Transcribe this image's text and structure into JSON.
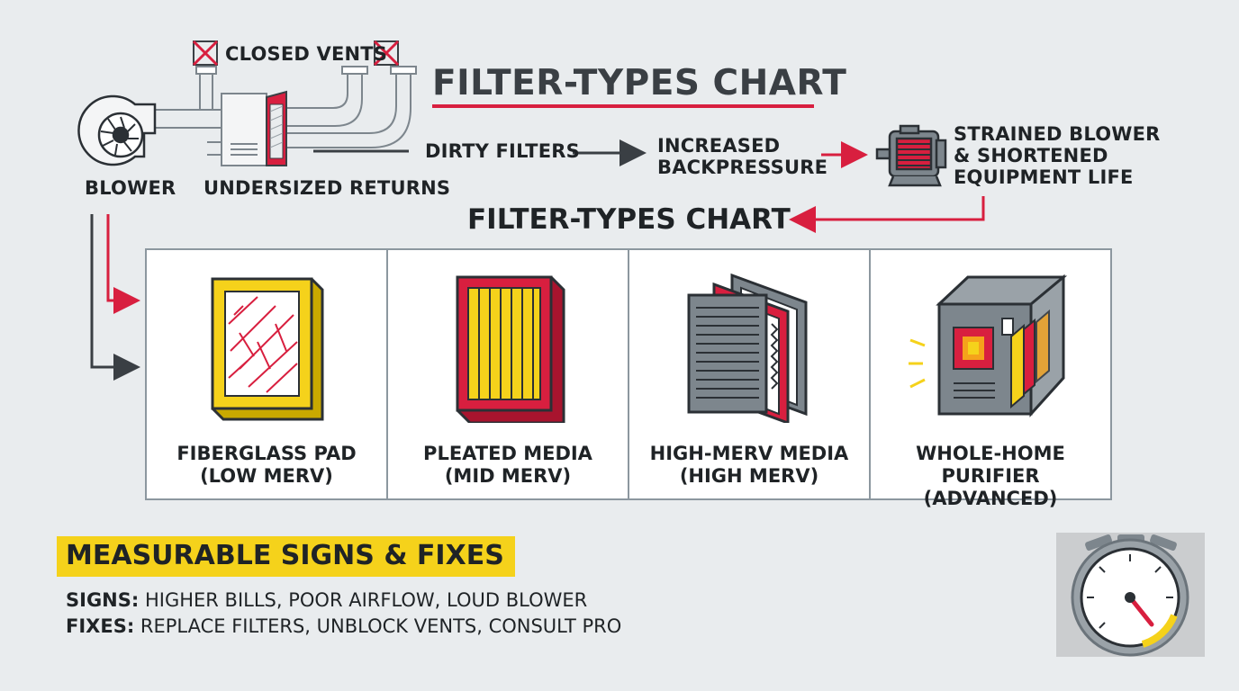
{
  "diagram": {
    "title": "FILTER-TYPES CHART",
    "subtitle": "FILTER-TYPES CHART",
    "closed_vents": "CLOSED VENTS",
    "blower": "BLOWER",
    "undersized_returns": "UNDERSIZED RETURNS",
    "flow": {
      "step1": "DIRTY FILTERS",
      "step2_line1": "INCREASED",
      "step2_line2": "BACKPRESSURE",
      "step3_line1": "STRAINED BLOWER",
      "step3_line2": "& SHORTENED",
      "step3_line3": "EQUIPMENT LIFE"
    },
    "colors": {
      "accent_red": "#d81f3f",
      "accent_yellow": "#f5d21b",
      "line_gray": "#3a3f44"
    }
  },
  "filters": [
    {
      "name": "FIBERGLASS PAD",
      "rating": "(LOW MERV)",
      "icon": "fiberglass-pad-icon"
    },
    {
      "name": "PLEATED MEDIA",
      "rating": "(MID MERV)",
      "icon": "pleated-media-icon"
    },
    {
      "name": "HIGH-MERV MEDIA",
      "rating": "(HIGH MERV)",
      "icon": "high-merv-media-icon"
    },
    {
      "name": "WHOLE-HOME PURIFIER",
      "rating": "(ADVANCED)",
      "icon": "purifier-icon"
    }
  ],
  "signs_fixes": {
    "heading": "MEASURABLE SIGNS & FIXES",
    "signs_label": "SIGNS:",
    "signs_text": " HIGHER BILLS, POOR AIRFLOW, LOUD BLOWER",
    "fixes_label": "FIXES:",
    "fixes_text": " REPLACE FILTERS, UNBLOCK VENTS, CONSULT PRO"
  },
  "gauge": {
    "icon": "pressure-gauge-icon",
    "level": 0.35
  }
}
